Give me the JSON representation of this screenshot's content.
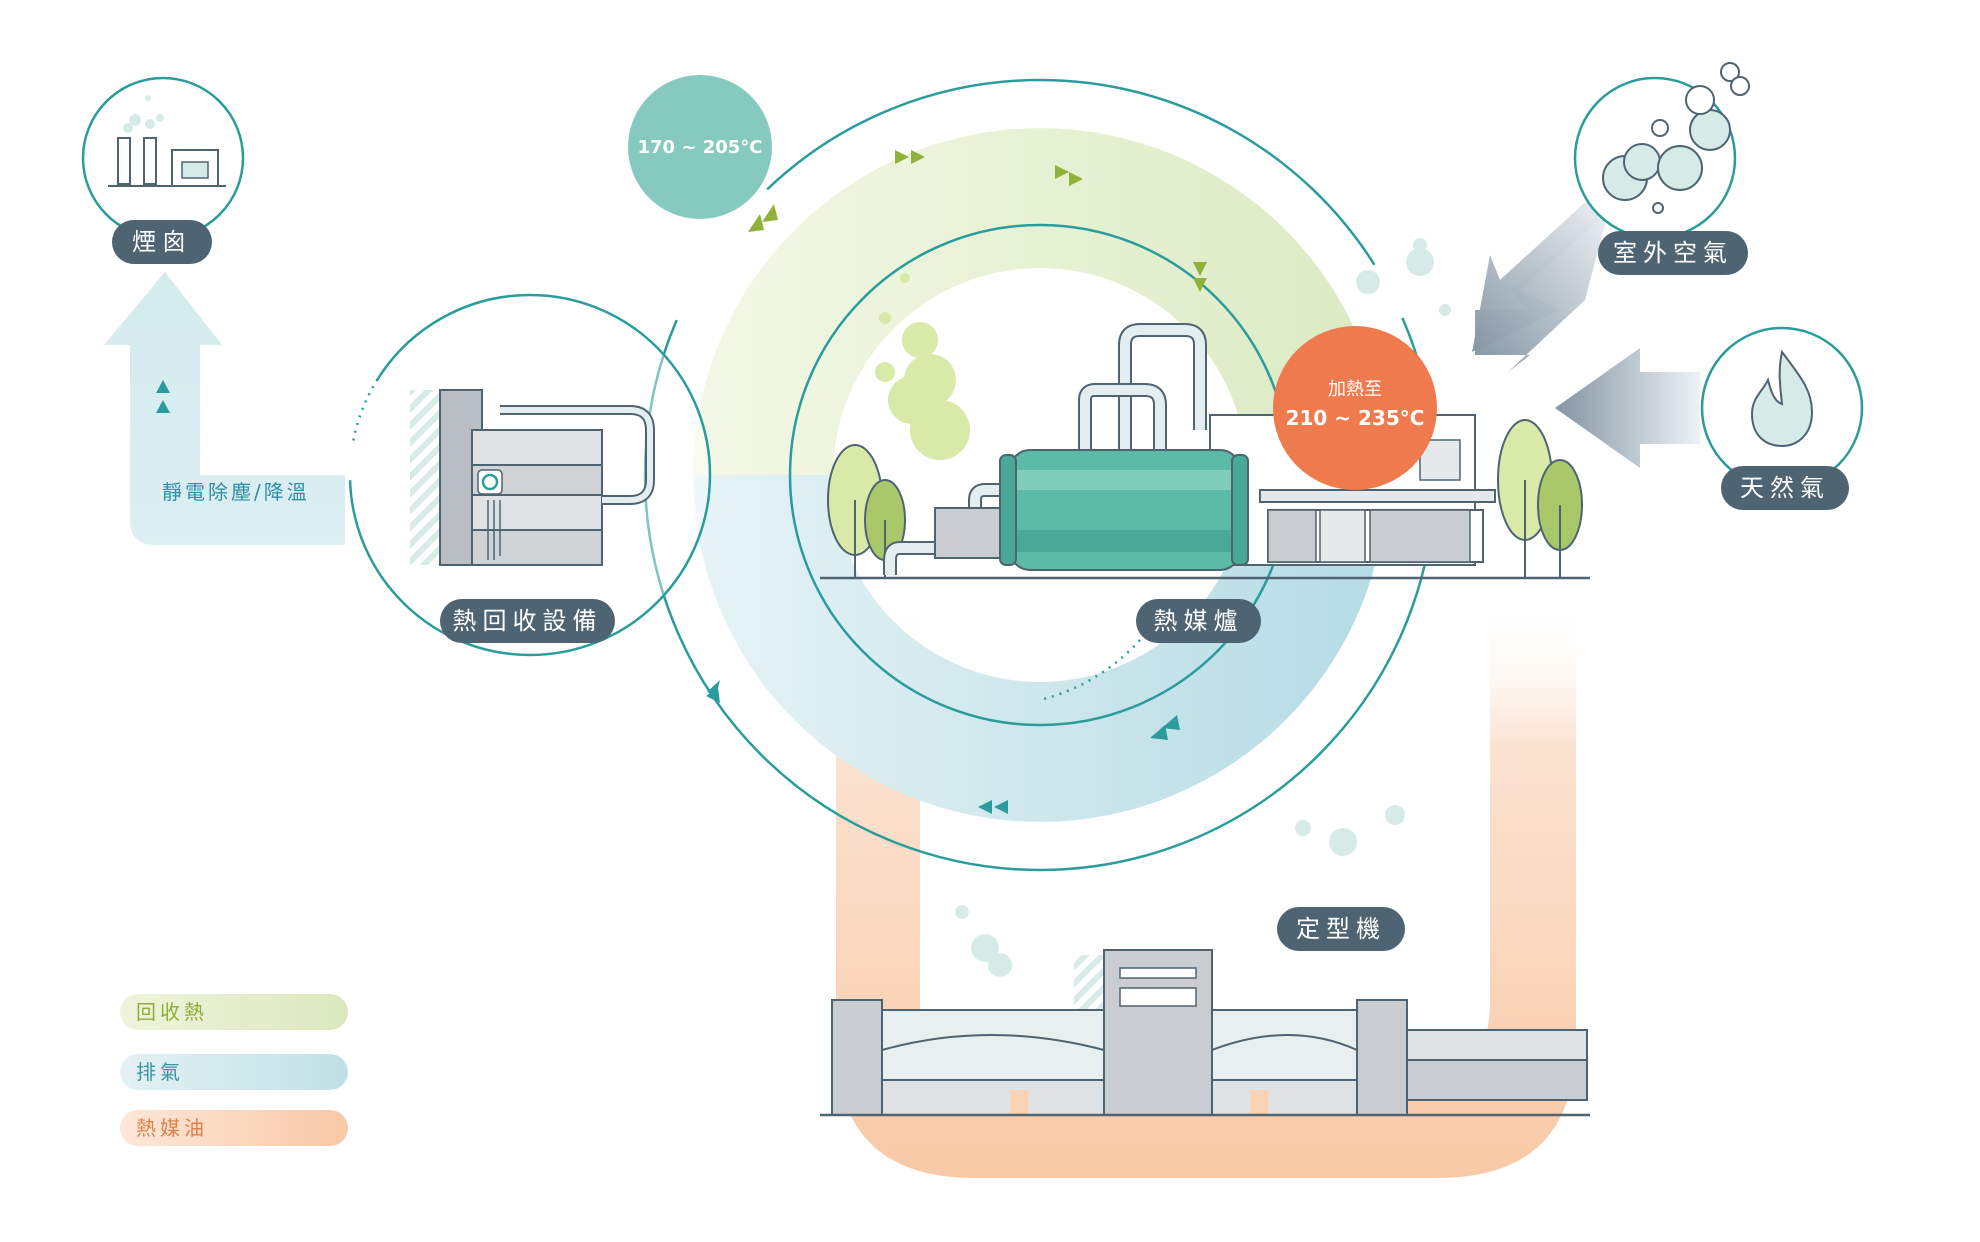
{
  "labels": {
    "chimney": "煙囪",
    "heat_recovery": "熱回收設備",
    "boiler": "熱媒爐",
    "outdoor_air": "室外空氣",
    "natural_gas": "天然氣",
    "stenter": "定型機",
    "dust_cooling": "靜電除塵/降溫"
  },
  "temperatures": {
    "recovery_range": "170 ~ 205°C",
    "heating_prefix": "加熱至",
    "heating_range": "210 ~ 235°C"
  },
  "legend": [
    {
      "label": "回收熱",
      "color": "#8dae3a"
    },
    {
      "label": "排氣",
      "color": "#3b93a6"
    },
    {
      "label": "熱媒油",
      "color": "#e0804a"
    }
  ],
  "colors": {
    "label_bg": "#4f6472",
    "teal": "#2a9c9c",
    "temp_cool": "#86c9be",
    "temp_hot": "#ef7a4d",
    "green_arrow": "#8fb33a"
  },
  "icons": [
    "chimney-factory-icon",
    "air-bubbles-icon",
    "flame-icon",
    "gear-icon"
  ]
}
